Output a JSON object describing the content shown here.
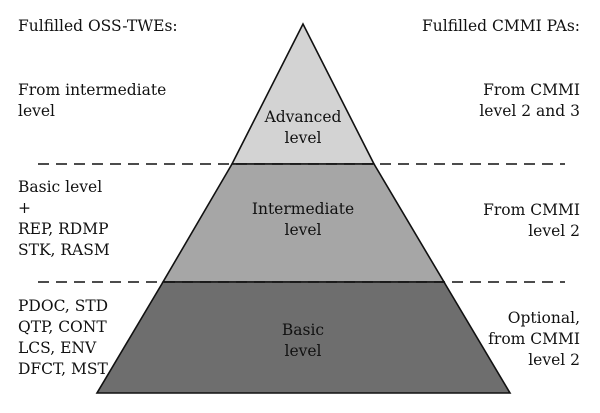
{
  "headers": {
    "left": "Fulfilled OSS-TWEs:",
    "right": "Fulfilled CMMI PAs:"
  },
  "levels": [
    {
      "label": "Advanced\nlevel",
      "fill": "#d3d3d3",
      "left_text": "From intermediate\nlevel",
      "right_text": "From CMMI\nlevel 2 and 3"
    },
    {
      "label": "Intermediate\nlevel",
      "fill": "#a6a6a6",
      "left_text": "Basic level\n+\nREP, RDMP\nSTK, RASM",
      "right_text": "From CMMI\nlevel 2"
    },
    {
      "label": "Basic\nlevel",
      "fill": "#6e6e6e",
      "left_text": "PDOC, STD\nQTP, CONT\nLCS, ENV\nDFCT, MST",
      "right_text": "Optional,\nfrom CMMI\nlevel 2"
    }
  ],
  "colors": {
    "outline": "#111111",
    "dashed_separator": "#111111"
  }
}
